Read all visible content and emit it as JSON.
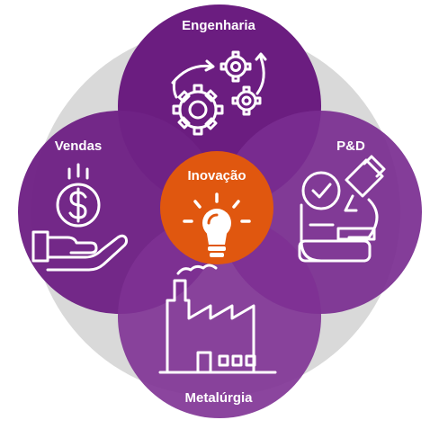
{
  "diagram": {
    "center": {
      "label": "Inovação",
      "icon": "lightbulb-icon",
      "color": "#e0570f"
    },
    "petals": [
      {
        "key": "top",
        "label": "Engenharia",
        "icon": "gears-icon",
        "color": "#6b1d80"
      },
      {
        "key": "left",
        "label": "Vendas",
        "icon": "money-hand-icon",
        "color": "#6f2285"
      },
      {
        "key": "right",
        "label": "P&D",
        "icon": "microscope-icon",
        "color": "#7a2d90"
      },
      {
        "key": "bottom",
        "label": "Metalúrgia",
        "icon": "factory-icon",
        "color": "#7e3194"
      }
    ],
    "ring_color": "#d9d9d9"
  }
}
